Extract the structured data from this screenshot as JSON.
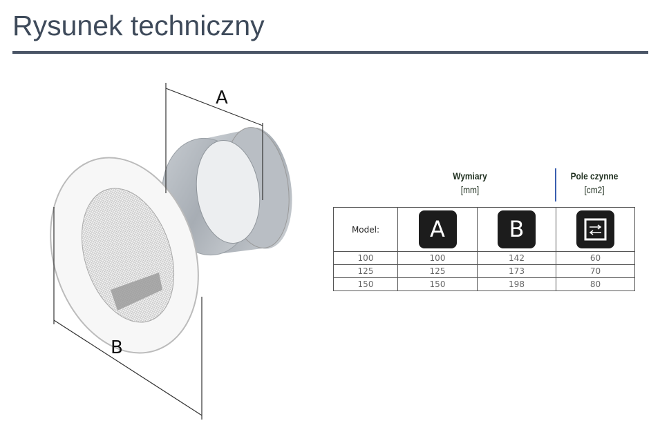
{
  "title": "Rysunek techniczny",
  "drawing": {
    "label_a": "A",
    "label_b": "B"
  },
  "headers": {
    "dimensions": "Wymiary",
    "dimensions_unit": "[mm]",
    "active_area": "Pole czynne",
    "active_area_unit": "[cm2]"
  },
  "table": {
    "model_label": "Model:",
    "col_a": "A",
    "col_b": "B",
    "col_area_icon": "airflow-arrows-icon",
    "rows": [
      {
        "model": "100",
        "a": "100",
        "b": "142",
        "area": "60"
      },
      {
        "model": "125",
        "a": "125",
        "b": "173",
        "area": "70"
      },
      {
        "model": "150",
        "a": "150",
        "b": "198",
        "area": "80"
      }
    ]
  }
}
